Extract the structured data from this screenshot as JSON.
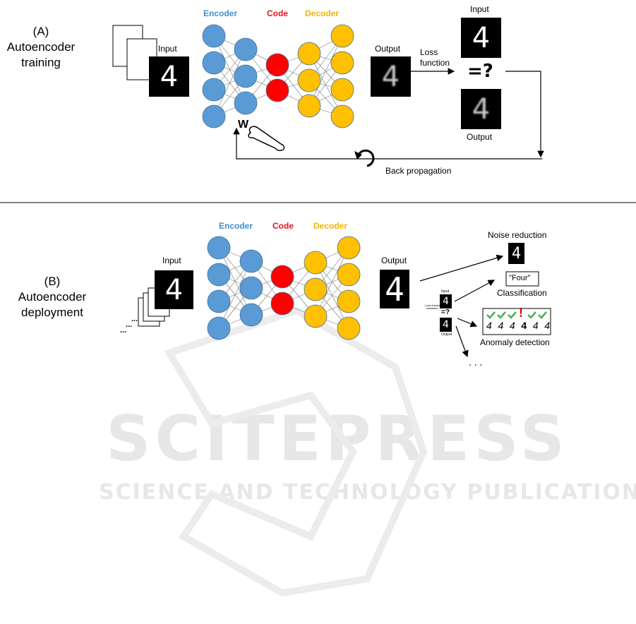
{
  "panel_a": {
    "label_line1": "(A)",
    "label_line2": "Autoencoder",
    "label_line3": "training",
    "headers": {
      "encoder": "Encoder",
      "code": "Code",
      "decoder": "Decoder"
    },
    "input_label": "Input",
    "output_label": "Output",
    "loss_line1": "Loss",
    "loss_line2": "function",
    "compare_input_label": "Input",
    "compare_output_label": "Output",
    "compare_symbol": "=?",
    "weight_symbol": "W",
    "backprop_label": "Back propagation",
    "digit": "4"
  },
  "panel_b": {
    "label_line1": "(B)",
    "label_line2": "Autoencoder",
    "label_line3": "deployment",
    "headers": {
      "encoder": "Encoder",
      "code": "Code",
      "decoder": "Decoder"
    },
    "input_label": "Input",
    "output_label": "Output",
    "ellipsis": "...",
    "mini_input": "Input",
    "mini_loss": "Loss function",
    "mini_output": "Output",
    "compare_symbol": "=?",
    "noise_label": "Noise reduction",
    "four_label": "\"Four\"",
    "classification_label": "Classification",
    "anomaly_label": "Anomaly detection",
    "anomaly_mark": "!",
    "more": ". . .",
    "digit": "4"
  },
  "watermark": {
    "line1": "SCITEPRESS",
    "line2": "SCIENCE AND TECHNOLOGY PUBLICATIONS"
  },
  "colors": {
    "encoder": "#5b9bd5",
    "code": "#ff0000",
    "decoder": "#ffc000",
    "check": "#4caf50"
  }
}
